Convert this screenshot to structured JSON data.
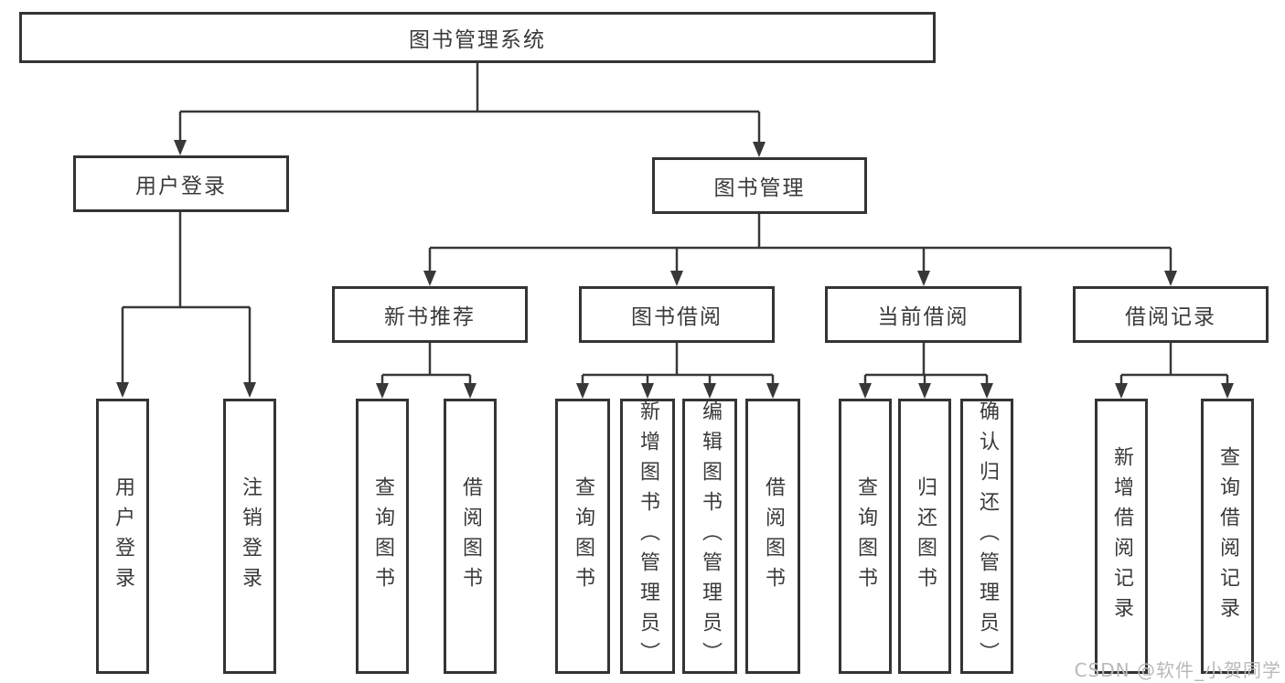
{
  "tree": {
    "root_label": "图书管理系统",
    "branches": [
      {
        "label": "用户登录",
        "children": [
          {
            "label": "用户登录"
          },
          {
            "label": "注销登录"
          }
        ]
      },
      {
        "label": "图书管理",
        "children": [
          {
            "label": "新书推荐",
            "children": [
              {
                "label": "查询图书"
              },
              {
                "label": "借阅图书"
              }
            ]
          },
          {
            "label": "图书借阅",
            "children": [
              {
                "label": "查询图书"
              },
              {
                "label": "新增图书（管理员）"
              },
              {
                "label": "编辑图书（管理员）"
              },
              {
                "label": "借阅图书"
              }
            ]
          },
          {
            "label": "当前借阅",
            "children": [
              {
                "label": "查询图书"
              },
              {
                "label": "归还图书"
              },
              {
                "label": "确认归还（管理员）"
              }
            ]
          },
          {
            "label": "借阅记录",
            "children": [
              {
                "label": "新增借阅记录"
              },
              {
                "label": "查询借阅记录"
              }
            ]
          }
        ]
      }
    ]
  },
  "watermark": {
    "text": "CSDN @软件_小贺同学"
  },
  "colors": {
    "line": "#383838",
    "box_border": "#343434",
    "text": "#3a3a3a",
    "watermark": "#b9b9b9",
    "background": "#ffffff"
  }
}
